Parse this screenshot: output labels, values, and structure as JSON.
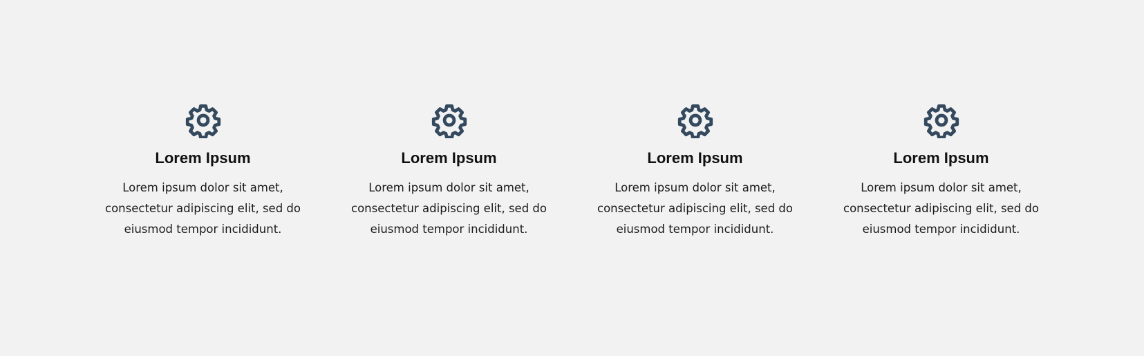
{
  "theme": {
    "background": "#f2f2f2",
    "icon_color": "#34495e",
    "title_color": "#111111",
    "text_color": "#1a1a1a"
  },
  "features": [
    {
      "icon": "gear-icon",
      "title": "Lorem Ipsum",
      "text": "Lorem ipsum dolor sit amet, consectetur adipiscing elit, sed do eiusmod tempor incididunt."
    },
    {
      "icon": "gear-icon",
      "title": "Lorem Ipsum",
      "text": "Lorem ipsum dolor sit amet, consectetur adipiscing elit, sed do eiusmod tempor incididunt."
    },
    {
      "icon": "gear-icon",
      "title": "Lorem Ipsum",
      "text": "Lorem ipsum dolor sit amet, consectetur adipiscing elit, sed do eiusmod tempor incididunt."
    },
    {
      "icon": "gear-icon",
      "title": "Lorem Ipsum",
      "text": "Lorem ipsum dolor sit amet, consectetur adipiscing elit, sed do eiusmod tempor incididunt."
    }
  ]
}
